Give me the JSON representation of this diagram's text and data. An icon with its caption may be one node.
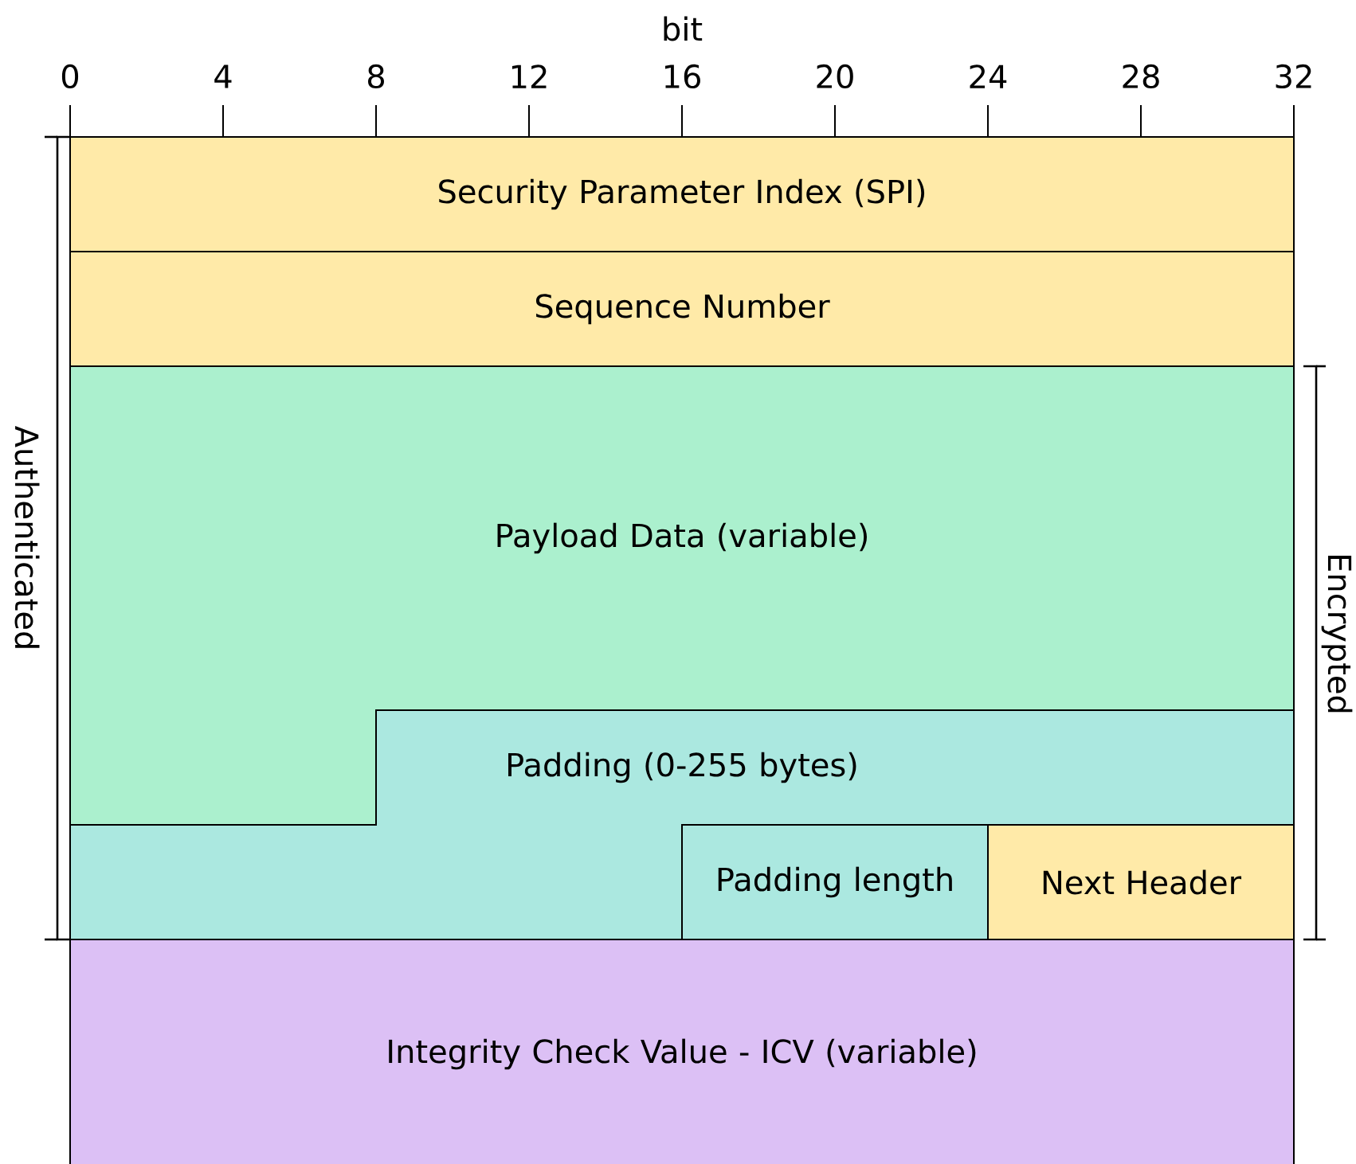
{
  "diagram": {
    "nodes": [
      {
        "text": [
          "Security Parameter Index (SPI)"
        ]
      },
      {
        "text": [
          "Sequence Number"
        ]
      },
      {
        "text": [
          "Payload Data (variable)"
        ]
      },
      {
        "text": [
          "Padding (0-255 bytes)"
        ]
      },
      {
        "text": [
          "Padding length"
        ]
      },
      {
        "text": [
          "Next Header"
        ]
      },
      {
        "text": [
          "Integrity Check Value - ICV (variable)"
        ]
      }
    ],
    "labels": [
      "bit",
      "0",
      "4",
      "8",
      "12",
      "16",
      "20",
      "24",
      "28",
      "32",
      "Authenticated",
      "Encrypted"
    ]
  }
}
